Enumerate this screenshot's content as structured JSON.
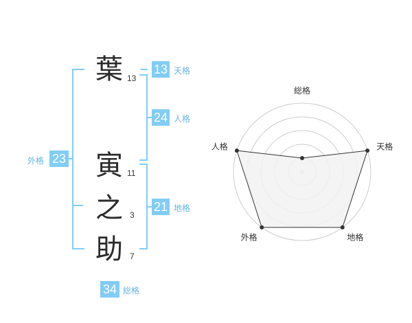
{
  "name": {
    "characters": [
      {
        "char": "葉",
        "strokes": "13"
      },
      {
        "char": "寅",
        "strokes": "11"
      },
      {
        "char": "之",
        "strokes": "3"
      },
      {
        "char": "助",
        "strokes": "7"
      }
    ]
  },
  "fortune": {
    "tenkaku": {
      "value": "13",
      "label": "天格"
    },
    "jinkaku": {
      "value": "24",
      "label": "人格"
    },
    "chikaku": {
      "value": "21",
      "label": "地格"
    },
    "gaikaku": {
      "value": "23",
      "label": "外格"
    },
    "soukaku": {
      "value": "34",
      "label": "総格"
    }
  },
  "chart_data": {
    "type": "radar",
    "axes": [
      "総格",
      "天格",
      "地格",
      "外格",
      "人格"
    ],
    "values": [
      1,
      5,
      5,
      5,
      5
    ],
    "max": 5,
    "rings": 5,
    "colors": {
      "fill": "#f2f2f2",
      "line": "#333333",
      "grid": "#cccccc",
      "accent": "#81cdf6"
    }
  }
}
